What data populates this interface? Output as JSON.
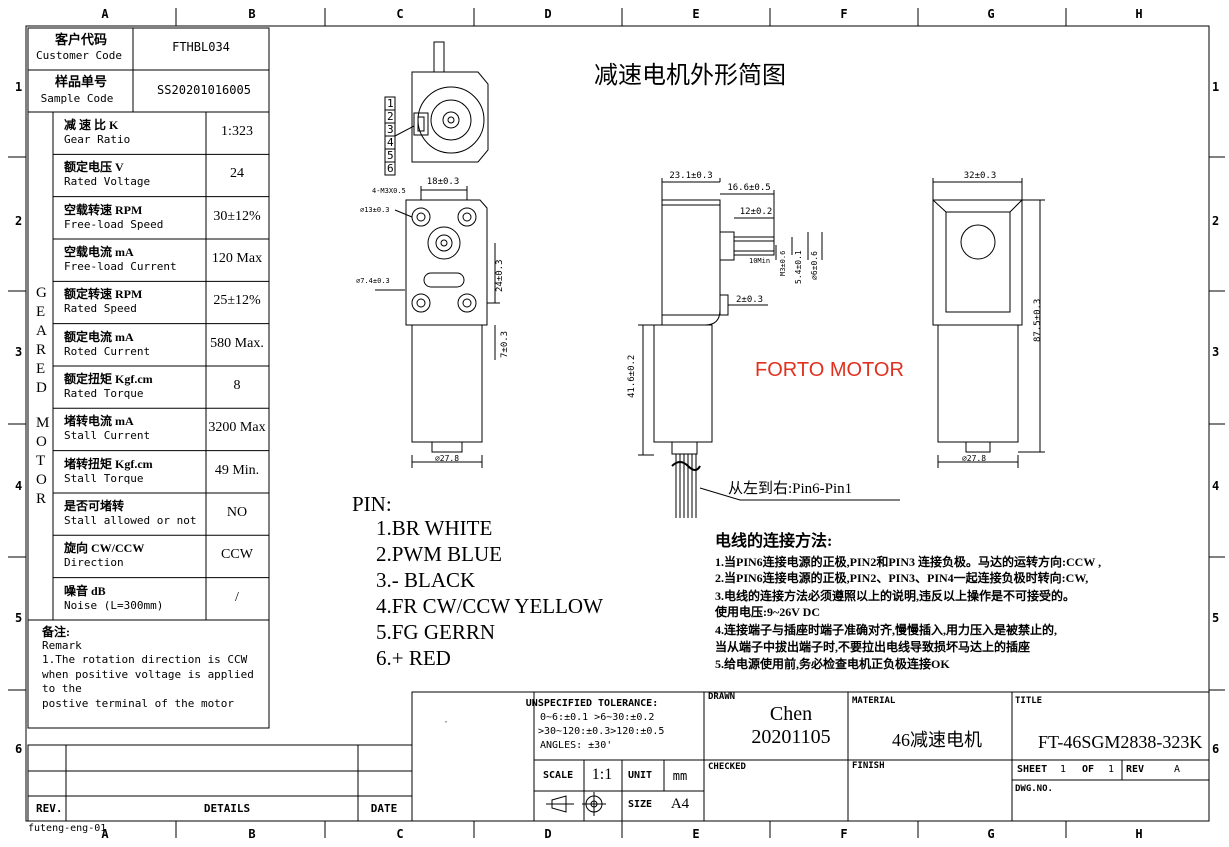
{
  "frame": {
    "columns": [
      "A",
      "B",
      "C",
      "D",
      "E",
      "F",
      "G",
      "H"
    ],
    "rows": [
      "1",
      "2",
      "3",
      "4",
      "5",
      "6"
    ]
  },
  "drawing_title": "减速电机外形简图",
  "brand": "FORTO MOTOR",
  "footer_id": "futeng-eng-01",
  "customer": {
    "cn": "客户代码",
    "en": "Customer Code",
    "value": "FTHBL034"
  },
  "sample": {
    "cn": "样品单号",
    "en": "Sample Code",
    "value": "SS20201016005"
  },
  "side_label": [
    "G",
    "E",
    "A",
    "R",
    "E",
    "D",
    "M",
    "O",
    "T",
    "O",
    "R"
  ],
  "specs": [
    {
      "cn": "减 速 比 K",
      "en": "Gear Ratio",
      "value": "1:323"
    },
    {
      "cn": "额定电压 V",
      "en": "Rated Voltage",
      "value": "24"
    },
    {
      "cn": "空载转速 RPM",
      "en": "Free-load Speed",
      "value": "30±12%"
    },
    {
      "cn": "空载电流 mA",
      "en": "Free-load Current",
      "value": "120 Max"
    },
    {
      "cn": "额定转速 RPM",
      "en": "Rated Speed",
      "value": "25±12%"
    },
    {
      "cn": "额定电流 mA",
      "en": "Roted Current",
      "value": "580 Max."
    },
    {
      "cn": "额定扭矩 Kgf.cm",
      "en": "Rated Torque",
      "value": "8"
    },
    {
      "cn": "堵转电流 mA",
      "en": "Stall Current",
      "value": "3200 Max"
    },
    {
      "cn": "堵转扭矩 Kgf.cm",
      "en": "Stall Torque",
      "value": "49 Min."
    },
    {
      "cn": "是否可堵转",
      "en": "Stall allowed or not",
      "value": "NO"
    },
    {
      "cn": "旋向 CW/CCW",
      "en": "Direction",
      "value": "CCW"
    },
    {
      "cn": "噪音 dB",
      "en": "Noise (L=300mm)",
      "value": "/"
    }
  ],
  "remark": {
    "title_cn": "备注:",
    "title_en": "Remark",
    "lines": [
      "1.The rotation direction is CCW",
      "when positive voltage is applied",
      "to the",
      "postive terminal of the motor"
    ]
  },
  "revision": {
    "rev": "REV.",
    "details": "DETAILS",
    "date": "DATE"
  },
  "pin": {
    "title": "PIN:",
    "items": [
      "1.BR WHITE",
      "2.PWM BLUE",
      "3.- BLACK",
      "4.FR CW/CCW YELLOW",
      "5.FG GERRN",
      "6.+ RED"
    ]
  },
  "pin_order_note": "从左到右:Pin6-Pin1",
  "wiring": {
    "title": "电线的连接方法:",
    "lines": [
      "1.当PIN6连接电源的正极,PIN2和PIN3 连接负极。马达的运转方向:CCW ,",
      "2.当PIN6连接电源的正极,PIN2、PIN3、PIN4一起连接负极时转向:CW,",
      "3.电线的连接方法必须遵照以上的说明,违反以上操作是不可接受的。",
      "使用电压:9~26V DC",
      "4.连接端子与插座时端子准确对齐,慢慢插入,用力压入是被禁止的,",
      "当从端子中拔出端子时,不要拉出电线导致损坏马达上的插座",
      "5.给电源使用前,务必检查电机正负极连接OK"
    ]
  },
  "dims": {
    "front": [
      "4-M3X0.5",
      "18±0.3",
      "⌀13±0.3",
      "⌀7.4±0.3",
      "24±0.3",
      "7±0.3",
      "⌀27.8"
    ],
    "side": [
      "23.1±0.3",
      "16.6±0.5",
      "12±0.2",
      "10Min",
      "M3±0.6",
      "5.4±0.1",
      "⌀6±0.6",
      "2±0.3",
      "41.6±0.2"
    ],
    "right": [
      "32±0.3",
      "87.5±0.3",
      "⌀27.8"
    ],
    "pin_numbers": [
      "1",
      "2",
      "3",
      "4",
      "5",
      "6"
    ]
  },
  "title_block": {
    "tol_title": "UNSPECIFIED TOLERANCE:",
    "tol_lines": [
      "0~6:±0.1   >6~30:±0.2",
      ">30~120:±0.3>120:±0.5",
      "ANGLES:  ±30'"
    ],
    "scale_label": "SCALE",
    "scale": "1:1",
    "unit_label": "UNIT",
    "unit": "mm",
    "size_label": "SIZE",
    "size": "A4",
    "drawn_label": "DRAWN",
    "drawn_by": "Chen",
    "drawn_date": "20201105",
    "checked_label": "CHECKED",
    "material_label": "MATERIAL",
    "material": "46减速电机",
    "finish_label": "FINISH",
    "title_label": "TITLE",
    "title": "FT-46SGM2838-323K",
    "sheet_label": "SHEET",
    "sheet": "1",
    "of_label": "OF",
    "of": "1",
    "rev_label": "REV",
    "rev": "A",
    "dwg_label": "DWG.NO.",
    "dot": "·"
  },
  "colors": {
    "brand": "#e0301e",
    "line": "#000000"
  }
}
